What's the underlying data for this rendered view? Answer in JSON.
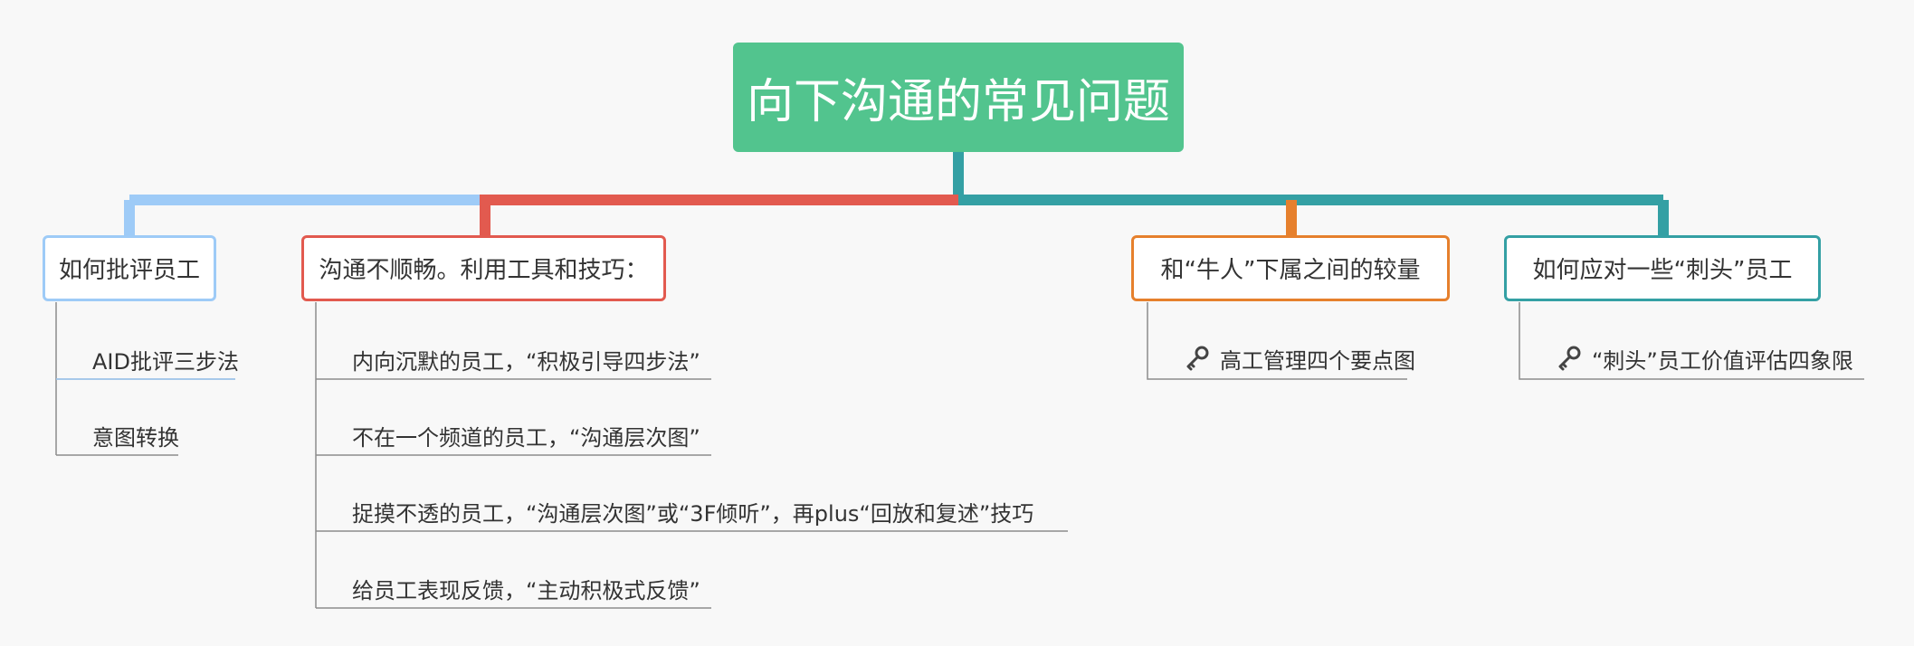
{
  "root": {
    "title": "向下沟通的常见问题"
  },
  "branches": [
    {
      "label": "如何批评员工",
      "color": "#9ecbf7",
      "children": [
        {
          "label": "AID批评三步法",
          "icon": ""
        },
        {
          "label": "意图转换",
          "icon": ""
        }
      ]
    },
    {
      "label": "沟通不顺畅。利用工具和技巧：",
      "color": "#e25a4f",
      "children": [
        {
          "label": "内向沉默的员工，“积极引导四步法”",
          "icon": ""
        },
        {
          "label": "不在一个频道的员工，“沟通层次图”",
          "icon": ""
        },
        {
          "label": "捉摸不透的员工，“沟通层次图”或“3F倾听”，再plus“回放和复述”技巧",
          "icon": ""
        },
        {
          "label": "给员工表现反馈，“主动积极式反馈”",
          "icon": ""
        }
      ]
    },
    {
      "label": "和“牛人”下属之间的较量",
      "color": "#e6802d",
      "children": [
        {
          "label": "高工管理四个要点图",
          "icon": "key-icon"
        }
      ]
    },
    {
      "label": "如何应对一些“刺头”员工",
      "color": "#34a0a4",
      "children": [
        {
          "label": "“刺头”员工价值评估四象限",
          "icon": "key-icon"
        }
      ]
    }
  ]
}
